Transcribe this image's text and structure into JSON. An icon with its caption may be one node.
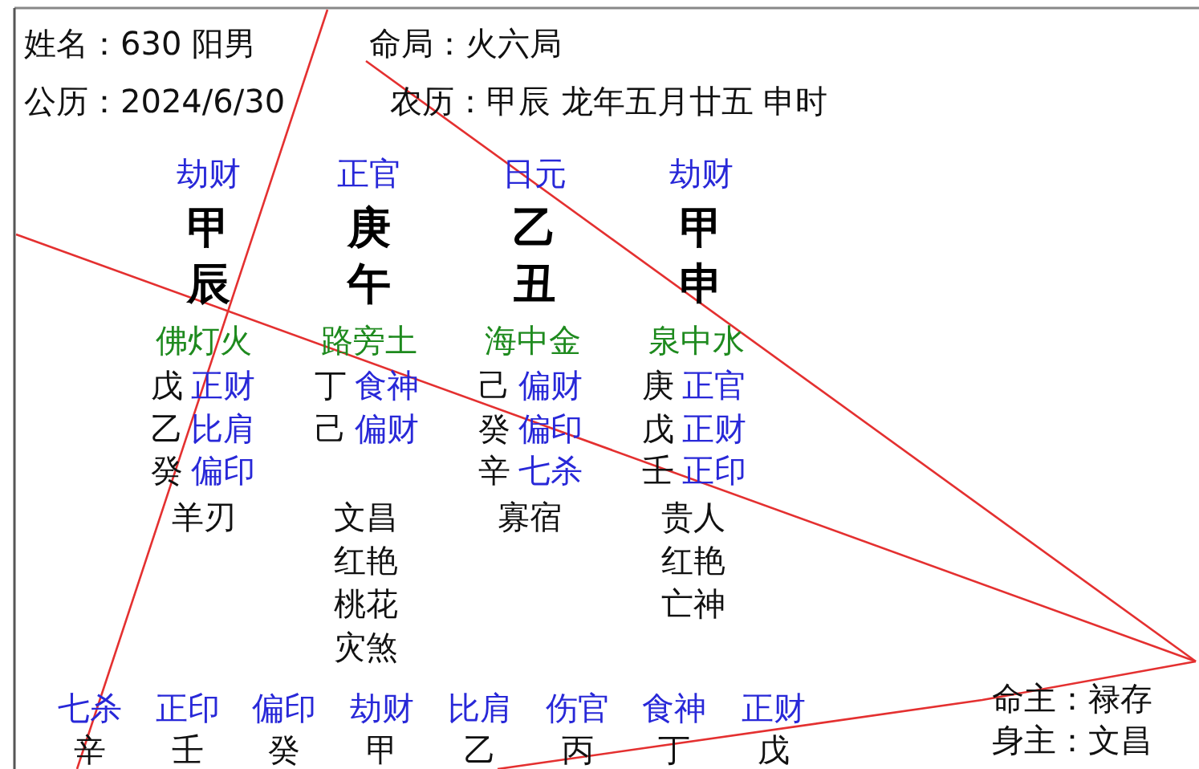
{
  "diagram": {
    "labels": [
      "姓名：630 阳男",
      "命局：火六局",
      "公历：2024/6/30",
      "农历：甲辰 龙年五月廿五 申时",
      "劫财",
      "正官",
      "日元",
      "劫财",
      "甲",
      "庚",
      "乙",
      "甲",
      "辰",
      "午",
      "丑",
      "申",
      "佛灯火",
      "路旁土",
      "海中金",
      "泉中水",
      "戊",
      "正财",
      "丁",
      "食神",
      "己",
      "偏财",
      "庚",
      "正官",
      "乙",
      "比肩",
      "己",
      "偏财",
      "癸",
      "偏印",
      "戊",
      "正财",
      "癸",
      "偏印",
      "辛",
      "七杀",
      "壬",
      "正印",
      "羊刃",
      "文昌",
      "寡宿",
      "贵人",
      "红艳",
      "红艳",
      "桃花",
      "亡神",
      "灾煞",
      "七杀",
      "正印",
      "偏印",
      "劫财",
      "比肩",
      "伤官",
      "食神",
      "正财",
      "命主：禄存",
      "辛",
      "壬",
      "癸",
      "甲",
      "乙",
      "丙",
      "丁",
      "戊",
      "身主：文昌"
    ]
  }
}
